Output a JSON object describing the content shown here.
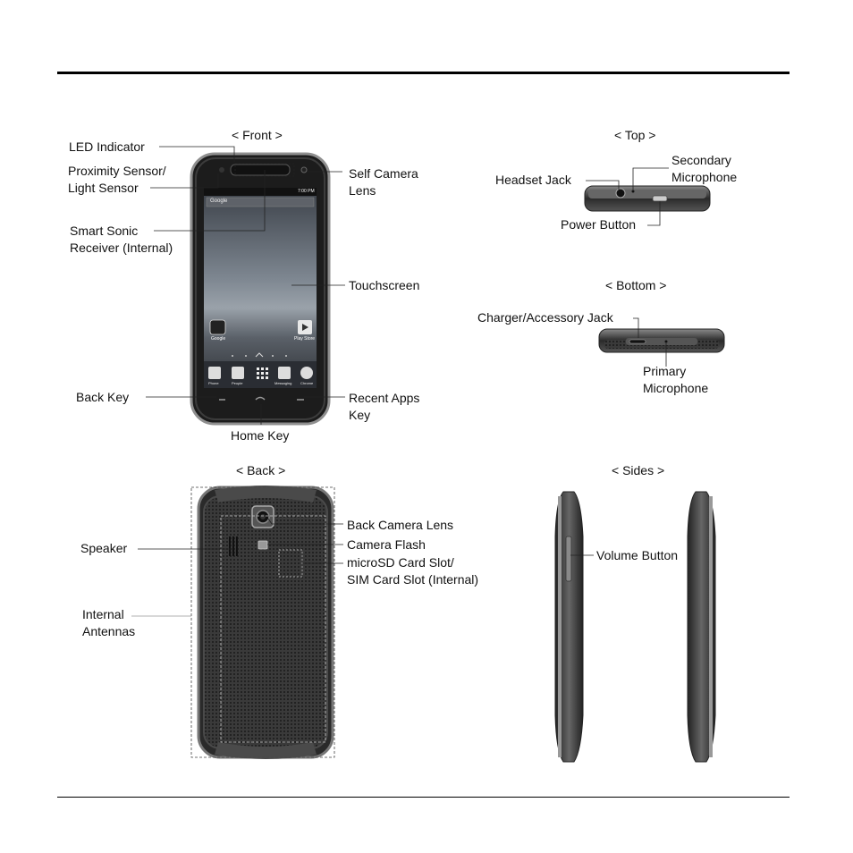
{
  "views": {
    "front": "< Front >",
    "top": "< Top >",
    "bottom": "< Bottom >",
    "back": "< Back >",
    "sides": "< Sides >"
  },
  "labels": {
    "led_indicator": "LED Indicator",
    "proximity_1": "Proximity Sensor/",
    "proximity_2": "Light Sensor",
    "smart_sonic_1": "Smart Sonic",
    "smart_sonic_2": "Receiver (Internal)",
    "back_key": "Back Key",
    "home_key": "Home Key",
    "self_camera_1": "Self Camera",
    "self_camera_2": "Lens",
    "touchscreen": "Touchscreen",
    "recent_apps_1": "Recent Apps",
    "recent_apps_2": "Key",
    "headset_jack": "Headset Jack",
    "secondary_mic_1": "Secondary",
    "secondary_mic_2": "Microphone",
    "power_button": "Power Button",
    "charger_jack": "Charger/Accessory Jack",
    "primary_mic_1": "Primary",
    "primary_mic_2": "Microphone",
    "speaker": "Speaker",
    "internal_antennas_1": "Internal",
    "internal_antennas_2": "Antennas",
    "back_camera_lens": "Back Camera Lens",
    "camera_flash": "Camera Flash",
    "microsd_1": "microSD Card Slot/",
    "microsd_2": "SIM Card Slot (Internal)",
    "volume_button": "Volume Button"
  },
  "screen": {
    "status_time": "7:00 PM",
    "search_text": "Google",
    "folder_label": "Google",
    "play_store_label": "Play Store",
    "dock": [
      "Phone",
      "People",
      "",
      "Messaging",
      "Chrome"
    ]
  },
  "colors": {
    "body": "#2b2b2b",
    "bezel": "#9a9a9a",
    "screen": "#4a5058"
  }
}
